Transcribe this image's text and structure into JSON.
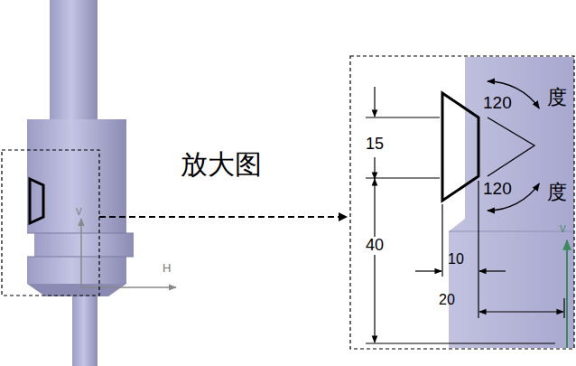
{
  "diagram": {
    "labels": [
      "放大图",
      "H",
      "V",
      "15",
      "40",
      "10",
      "20",
      "120",
      "度",
      "120",
      "度",
      "V"
    ]
  }
}
